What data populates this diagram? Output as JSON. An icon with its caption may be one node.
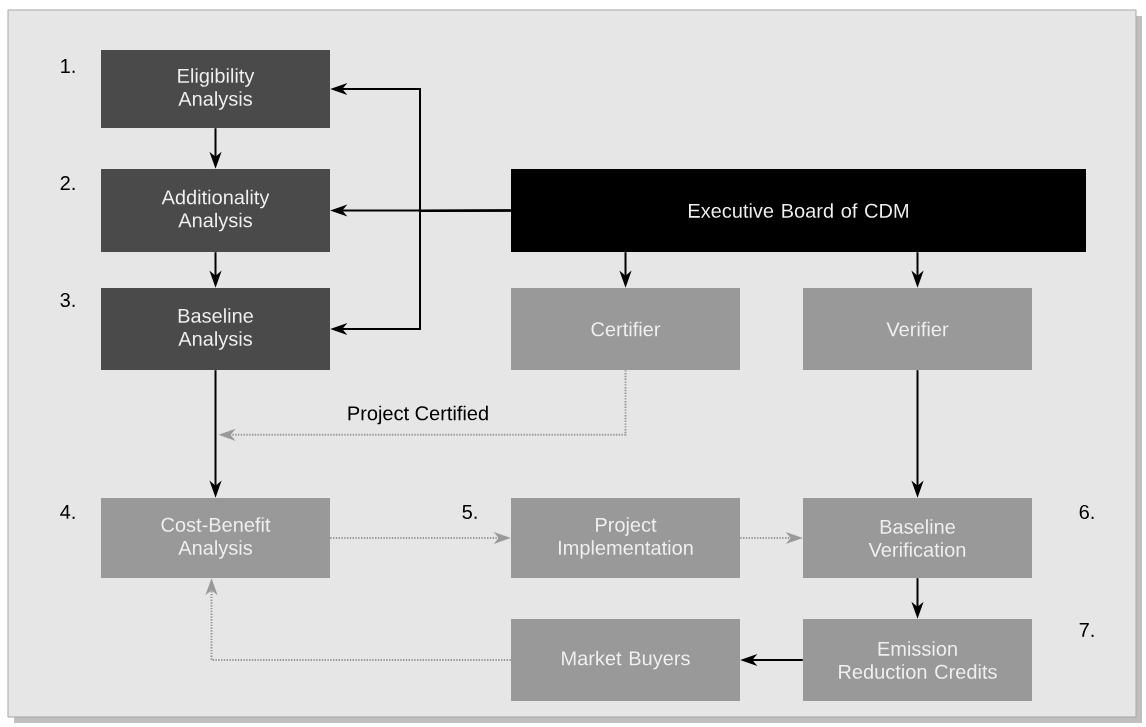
{
  "diagram": {
    "nodes": [
      {
        "text": [
          "Eligibility Analysis"
        ],
        "beside": [
          "1."
        ]
      },
      {
        "text": [
          "Additionality Analysis"
        ],
        "beside": [
          "2."
        ]
      },
      {
        "text": [
          "Baseline Analysis"
        ],
        "beside": [
          "3."
        ]
      },
      {
        "text": [
          "Executive Board of CDM"
        ]
      },
      {
        "text": [
          "Certifier"
        ]
      },
      {
        "text": [
          "Verifier"
        ]
      },
      {
        "text": [
          "Cost-Benefit Analysis"
        ],
        "beside": [
          "4."
        ]
      },
      {
        "text": [
          "Project Implementation"
        ],
        "beside": [
          "5."
        ]
      },
      {
        "text": [
          "Baseline Verification"
        ],
        "beside": [
          "6."
        ]
      },
      {
        "text": [
          "Market Buyers"
        ]
      },
      {
        "text": [
          "Emission Reduction Credits"
        ],
        "beside": [
          "7."
        ]
      }
    ],
    "edges": [
      {
        "from": 0,
        "to": 1,
        "arrow": "to"
      },
      {
        "from": 1,
        "to": 2,
        "arrow": "to"
      },
      {
        "from": 3,
        "to": 1,
        "arrow": "to"
      },
      {
        "from": 3,
        "to": 0,
        "arrow": "to"
      },
      {
        "from": 3,
        "to": 2,
        "arrow": "to"
      },
      {
        "from": 3,
        "to": 4,
        "arrow": "to"
      },
      {
        "from": 3,
        "to": 5,
        "arrow": "to"
      },
      {
        "from": 2,
        "to": 6,
        "arrow": "to"
      },
      {
        "from": 4,
        "to": 6,
        "arrow": "to",
        "label": "Project Certified",
        "style": "dashed",
        "color": "#999999"
      },
      {
        "from": 6,
        "to": 7,
        "arrow": "to",
        "style": "dashed",
        "color": "#999999"
      },
      {
        "from": 7,
        "to": 8,
        "arrow": "to",
        "style": "dashed",
        "color": "#999999"
      },
      {
        "from": 5,
        "to": 8,
        "arrow": "to"
      },
      {
        "from": 8,
        "to": 10,
        "arrow": "to"
      },
      {
        "from": 10,
        "to": 9,
        "arrow": "to"
      },
      {
        "from": 9,
        "to": 6,
        "arrow": "to",
        "style": "dashed",
        "color": "#999999"
      }
    ]
  }
}
